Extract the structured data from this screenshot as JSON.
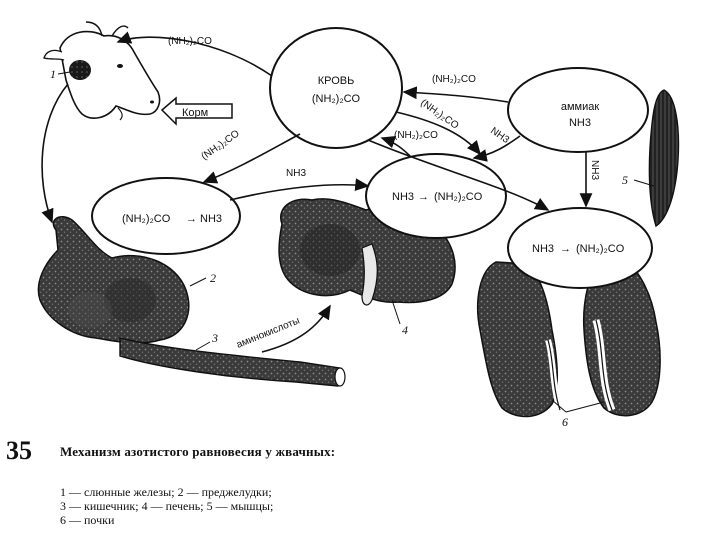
{
  "figure": {
    "krov_title": "КРОВЬ",
    "urea": "(NH₂)₂CO",
    "urea_plain": "(NH2)2CO",
    "nh3": "NH3",
    "ammiak": "аммиак",
    "korm": "Корм",
    "aminokisloty": "аминокислоты",
    "labels": {
      "n1": "1",
      "n2": "2",
      "n3": "3",
      "n4": "4",
      "n5": "5",
      "n6": "6"
    }
  },
  "caption": {
    "number": "35",
    "title": "Механизм азотистого равновесия у жвачных:",
    "legend_lines": [
      "1 — слюнные железы; 2 — преджелудки;",
      "3 — кишечник; 4 — печень; 5 — мышцы;",
      "6 — почки"
    ]
  }
}
